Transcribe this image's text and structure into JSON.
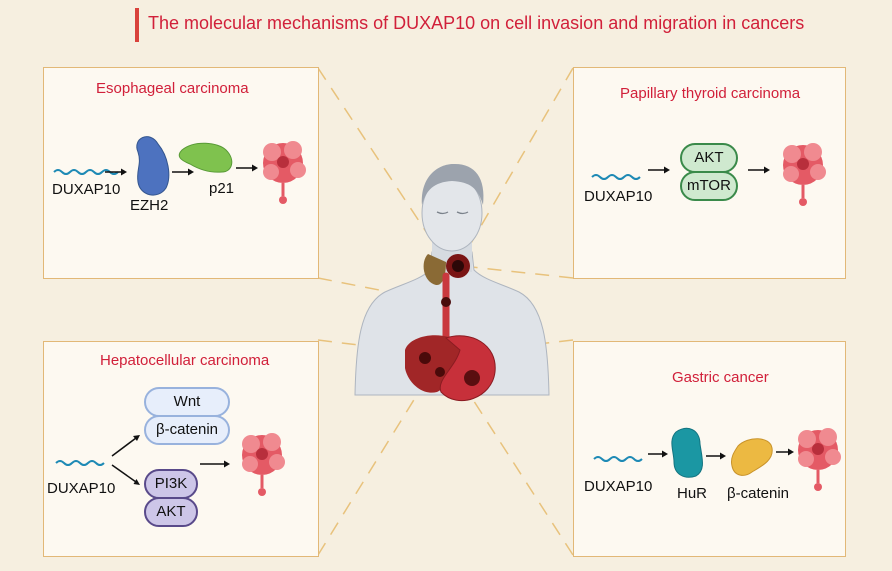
{
  "title": "The molecular mechanisms of DUXAP10 on cell invasion and migration in cancers",
  "colors": {
    "accent_red": "#d1203a",
    "panel_border": "#e2b877",
    "background": "#f6efe0"
  },
  "panels": {
    "esophageal": {
      "title": "Esophageal carcinoma",
      "rna": "DUXAP10",
      "protein1": "EZH2",
      "protein2": "p21"
    },
    "thyroid": {
      "title": "Papillary thyroid carcinoma",
      "rna": "DUXAP10",
      "complex_top": "AKT",
      "complex_bottom": "mTOR"
    },
    "hepatocellular": {
      "title": "Hepatocellular carcinoma",
      "rna": "DUXAP10",
      "upper_top": "Wnt",
      "upper_bottom": "β-catenin",
      "lower_top": "PI3K",
      "lower_bottom": "AKT"
    },
    "gastric": {
      "title": "Gastric cancer",
      "rna": "DUXAP10",
      "protein1": "HuR",
      "protein2": "β-catenin"
    }
  },
  "icons": [
    "rna-strand-icon",
    "protein-blob-icon",
    "tumor-cell-cluster-icon",
    "human-body-icon"
  ]
}
